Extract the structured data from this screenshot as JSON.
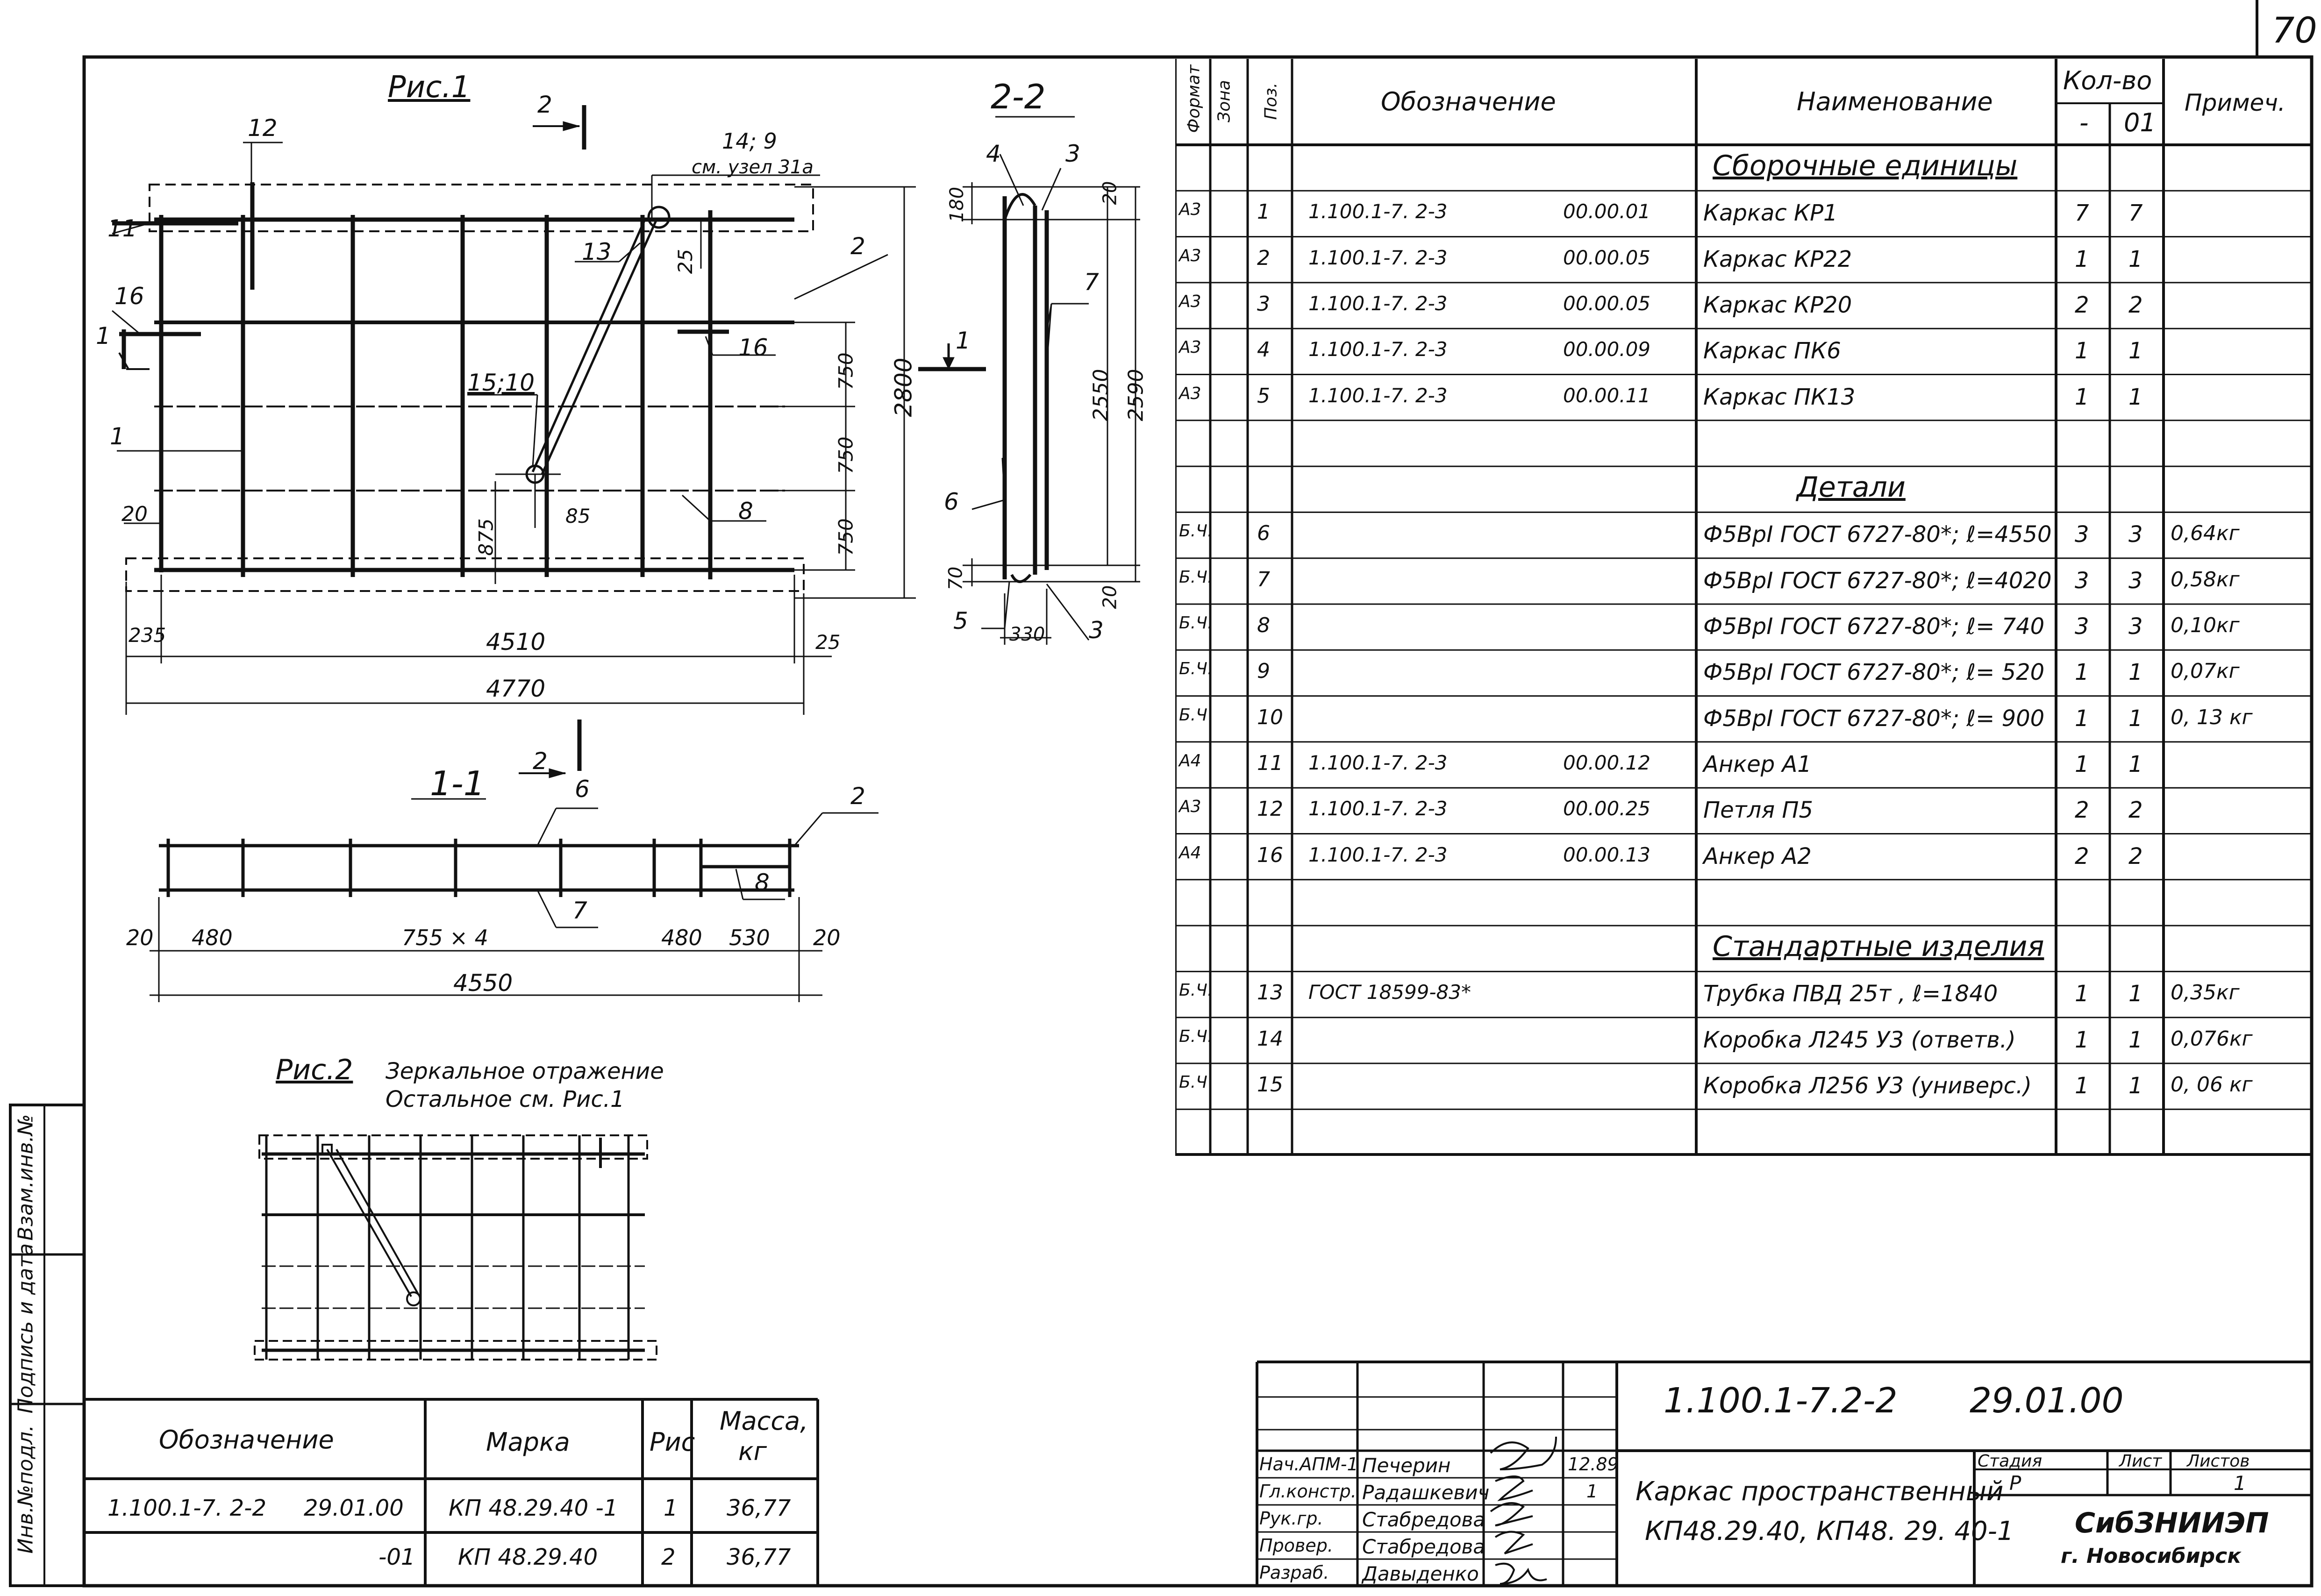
{
  "page_number": "70",
  "fig1": {
    "title": "Рис.1",
    "section_mark": "2",
    "node_note_num": "14; 9",
    "node_note_text": "см. узел 31а",
    "pos_labels": [
      "12",
      "11",
      "16",
      "16",
      "13",
      "2",
      "1",
      "8",
      "15;10",
      "20"
    ],
    "dims": {
      "d25": "25",
      "d750a": "750",
      "d750b": "750",
      "d750c": "750",
      "d2800": "2800",
      "d875": "875",
      "d85": "85",
      "d235": "235",
      "d4510": "4510",
      "d25b": "25",
      "d4770": "4770"
    },
    "cut_mark": "1"
  },
  "sec22": {
    "title": "2-2",
    "labels": [
      "4",
      "3",
      "7",
      "6",
      "5",
      "3"
    ],
    "dims": {
      "d180": "180",
      "d20a": "20",
      "d2550": "2550",
      "d2590": "2590",
      "d70": "70",
      "d20b": "20",
      "d330": "330"
    },
    "cut_mark": "1"
  },
  "sec11": {
    "title": "1-1",
    "section_mark": "2",
    "labels": [
      "6",
      "2",
      "7",
      "8"
    ],
    "dims": [
      "20",
      "480",
      "755 × 4",
      "480",
      "530",
      "20"
    ],
    "total": "4550"
  },
  "fig2": {
    "title": "Рис.2",
    "note1": "Зеркальное отражение",
    "note2": "Остальное см. Рис.1"
  },
  "spec": {
    "headers": {
      "format": "Формат",
      "zone": "Зона",
      "pos": "Поз.",
      "designation": "Обозначение",
      "name": "Наименование",
      "qty": "Кол-во",
      "qty_a": "-",
      "qty_b": "01",
      "note": "Примеч."
    },
    "rows": [
      {
        "format": "",
        "pos": "",
        "des": "",
        "code": "",
        "name": "Сборочные единицы",
        "q1": "",
        "q2": "",
        "note": "",
        "heading": true
      },
      {
        "format": "А3",
        "pos": "1",
        "des": "1.100.1-7. 2-3",
        "code": "00.00.01",
        "name": "Каркас  КР1",
        "q1": "7",
        "q2": "7",
        "note": ""
      },
      {
        "format": "А3",
        "pos": "2",
        "des": "1.100.1-7. 2-3",
        "code": "00.00.05",
        "name": "Каркас   КР22",
        "q1": "1",
        "q2": "1",
        "note": ""
      },
      {
        "format": "А3",
        "pos": "3",
        "des": "1.100.1-7. 2-3",
        "code": "00.00.05",
        "name": "Каркас   КР20",
        "q1": "2",
        "q2": "2",
        "note": ""
      },
      {
        "format": "А3",
        "pos": "4",
        "des": "1.100.1-7. 2-3",
        "code": "00.00.09",
        "name": "Каркас  ПК6",
        "q1": "1",
        "q2": "1",
        "note": ""
      },
      {
        "format": "А3",
        "pos": "5",
        "des": "1.100.1-7. 2-3",
        "code": "00.00.11",
        "name": "Каркас   ПК13",
        "q1": "1",
        "q2": "1",
        "note": ""
      },
      {
        "format": "",
        "pos": "",
        "des": "",
        "code": "",
        "name": "",
        "q1": "",
        "q2": "",
        "note": ""
      },
      {
        "format": "",
        "pos": "",
        "des": "",
        "code": "",
        "name": "Детали",
        "q1": "",
        "q2": "",
        "note": "",
        "heading": true
      },
      {
        "format": "Б.Ч.",
        "pos": "6",
        "des": "",
        "code": "",
        "name": "Ф5ВрI ГОСТ 6727-80*; ℓ=4550",
        "q1": "3",
        "q2": "3",
        "note": "0,64кг"
      },
      {
        "format": "Б.Ч.",
        "pos": "7",
        "des": "",
        "code": "",
        "name": "Ф5ВрI ГОСТ 6727-80*; ℓ=4020",
        "q1": "3",
        "q2": "3",
        "note": "0,58кг"
      },
      {
        "format": "Б.Ч.",
        "pos": "8",
        "des": "",
        "code": "",
        "name": "Ф5ВрI ГОСТ 6727-80*; ℓ= 740",
        "q1": "3",
        "q2": "3",
        "note": "0,10кг"
      },
      {
        "format": "Б.Ч.",
        "pos": "9",
        "des": "",
        "code": "",
        "name": "Ф5ВрI ГОСТ 6727-80*; ℓ= 520",
        "q1": "1",
        "q2": "1",
        "note": "0,07кг"
      },
      {
        "format": "Б.Ч",
        "pos": "10",
        "des": "",
        "code": "",
        "name": "Ф5ВрI ГОСТ 6727-80*; ℓ= 900",
        "q1": "1",
        "q2": "1",
        "note": "0, 13 кг"
      },
      {
        "format": "А4",
        "pos": "11",
        "des": "1.100.1-7. 2-3",
        "code": "00.00.12",
        "name": "Анкер  А1",
        "q1": "1",
        "q2": "1",
        "note": ""
      },
      {
        "format": "А3",
        "pos": "12",
        "des": "1.100.1-7. 2-3",
        "code": "00.00.25",
        "name": "Петля  П5",
        "q1": "2",
        "q2": "2",
        "note": ""
      },
      {
        "format": "А4",
        "pos": "16",
        "des": "1.100.1-7. 2-3",
        "code": "00.00.13",
        "name": "Анкер   А2",
        "q1": "2",
        "q2": "2",
        "note": ""
      },
      {
        "format": "",
        "pos": "",
        "des": "",
        "code": "",
        "name": "",
        "q1": "",
        "q2": "",
        "note": ""
      },
      {
        "format": "",
        "pos": "",
        "des": "",
        "code": "",
        "name": "Стандартные изделия",
        "q1": "",
        "q2": "",
        "note": "",
        "heading": true
      },
      {
        "format": "Б.Ч.",
        "pos": "13",
        "des": "ГОСТ  18599-83*",
        "code": "",
        "name": "Трубка ПВД 25т , ℓ=1840",
        "q1": "1",
        "q2": "1",
        "note": "0,35кг"
      },
      {
        "format": "Б.Ч.",
        "pos": "14",
        "des": "",
        "code": "",
        "name": "Коробка Л245 У3 (ответв.)",
        "q1": "1",
        "q2": "1",
        "note": "0,076кг"
      },
      {
        "format": "Б.Ч",
        "pos": "15",
        "des": "",
        "code": "",
        "name": "Коробка Л256 У3 (универс.)",
        "q1": "1",
        "q2": "1",
        "note": "0, 06 кг"
      },
      {
        "format": "",
        "pos": "",
        "des": "",
        "code": "",
        "name": "",
        "q1": "",
        "q2": "",
        "note": ""
      }
    ]
  },
  "variants": {
    "headers": {
      "designation": "Обозначение",
      "mark": "Марка",
      "fig": "Рис",
      "mass": "Масса,",
      "mass_unit": "кг"
    },
    "rows": [
      {
        "des": "1.100.1-7. 2-2",
        "code": "29.01.00",
        "mark": "КП 48.29.40 -1",
        "fig": "1",
        "mass": "36,77"
      },
      {
        "des": "",
        "code": "-01",
        "mark": "КП 48.29.40",
        "fig": "2",
        "mass": "36,77"
      }
    ]
  },
  "side_stamp": {
    "labels": [
      "Инв.№подл.",
      "Подпись и дата",
      "Взам.инв.№"
    ]
  },
  "title_block": {
    "doc_code": "1.100.1-7.2-2",
    "doc_sub": "29.01.00",
    "date": "12.89",
    "one": "1",
    "people": [
      {
        "role": "Нач.АПМ-1",
        "name": "Печерин"
      },
      {
        "role": "Гл.констр.",
        "name": "Радашкевич"
      },
      {
        "role": "Рук.гр.",
        "name": "Стабредова"
      },
      {
        "role": "Провер.",
        "name": "Стабредова"
      },
      {
        "role": "Разраб.",
        "name": "Давыденко"
      }
    ],
    "title1": "Каркас пространственный",
    "title2": "КП48.29.40, КП48. 29. 40-1",
    "stage_label": "Стадия",
    "sheet_label": "Лист",
    "sheets_label": "Листов",
    "stage": "Р",
    "sheet": "",
    "sheets": "1",
    "org": "СибЗНИИЭП",
    "city": "г. Новосибирск"
  }
}
